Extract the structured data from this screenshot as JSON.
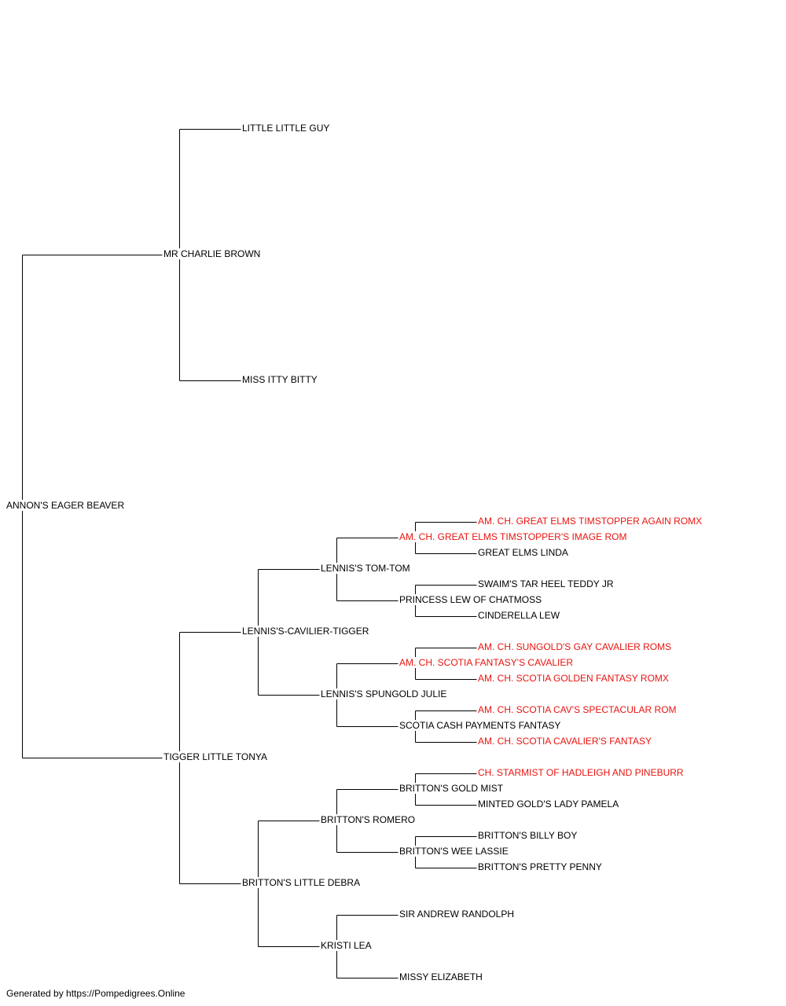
{
  "colors": {
    "line": "#000000",
    "text": "#000000",
    "champion": "#e8140f"
  },
  "pedigree": {
    "name": "ANNON'S EAGER BEAVER",
    "sire": {
      "name": "MR CHARLIE BROWN",
      "sire": {
        "name": "LITTLE LITTLE GUY"
      },
      "dam": {
        "name": "MISS ITTY BITTY"
      }
    },
    "dam": {
      "name": "TIGGER LITTLE TONYA",
      "sire": {
        "name": "LENNIS'S-CAVILIER-TIGGER",
        "sire": {
          "name": "LENNIS'S TOM-TOM",
          "sire": {
            "name": "AM. CH. GREAT ELMS TIMSTOPPER'S IMAGE ROM",
            "champion": true,
            "sire": {
              "name": "AM. CH. GREAT ELMS TIMSTOPPER AGAIN ROMX",
              "champion": true
            },
            "dam": {
              "name": "GREAT ELMS LINDA"
            }
          },
          "dam": {
            "name": "PRINCESS LEW OF CHATMOSS",
            "sire": {
              "name": "SWAIM'S TAR HEEL TEDDY JR"
            },
            "dam": {
              "name": "CINDERELLA LEW"
            }
          }
        },
        "dam": {
          "name": "LENNIS'S SPUNGOLD JULIE",
          "sire": {
            "name": "AM. CH. SCOTIA FANTASY'S CAVALIER",
            "champion": true,
            "sire": {
              "name": "AM. CH. SUNGOLD'S GAY CAVALIER ROMS",
              "champion": true
            },
            "dam": {
              "name": "AM. CH. SCOTIA GOLDEN FANTASY ROMX",
              "champion": true
            }
          },
          "dam": {
            "name": "SCOTIA CASH PAYMENTS FANTASY",
            "sire": {
              "name": "AM. CH. SCOTIA CAV'S SPECTACULAR ROM",
              "champion": true
            },
            "dam": {
              "name": "AM. CH. SCOTIA CAVALIER'S FANTASY",
              "champion": true
            }
          }
        }
      },
      "dam": {
        "name": "BRITTON'S LITTLE DEBRA",
        "sire": {
          "name": "BRITTON'S ROMERO",
          "sire": {
            "name": "BRITTON'S GOLD MIST",
            "sire": {
              "name": "CH. STARMIST OF HADLEIGH AND PINEBURR",
              "champion": true
            },
            "dam": {
              "name": "MINTED GOLD'S LADY PAMELA"
            }
          },
          "dam": {
            "name": "BRITTON'S WEE LASSIE",
            "sire": {
              "name": "BRITTON'S BILLY BOY"
            },
            "dam": {
              "name": "BRITTON'S PRETTY PENNY"
            }
          }
        },
        "dam": {
          "name": "KRISTI LEA",
          "sire": {
            "name": "SIR ANDREW RANDOLPH"
          },
          "dam": {
            "name": "MISSY ELIZABETH"
          }
        }
      }
    }
  },
  "footer": "Generated by https://Pompedigrees.Online"
}
